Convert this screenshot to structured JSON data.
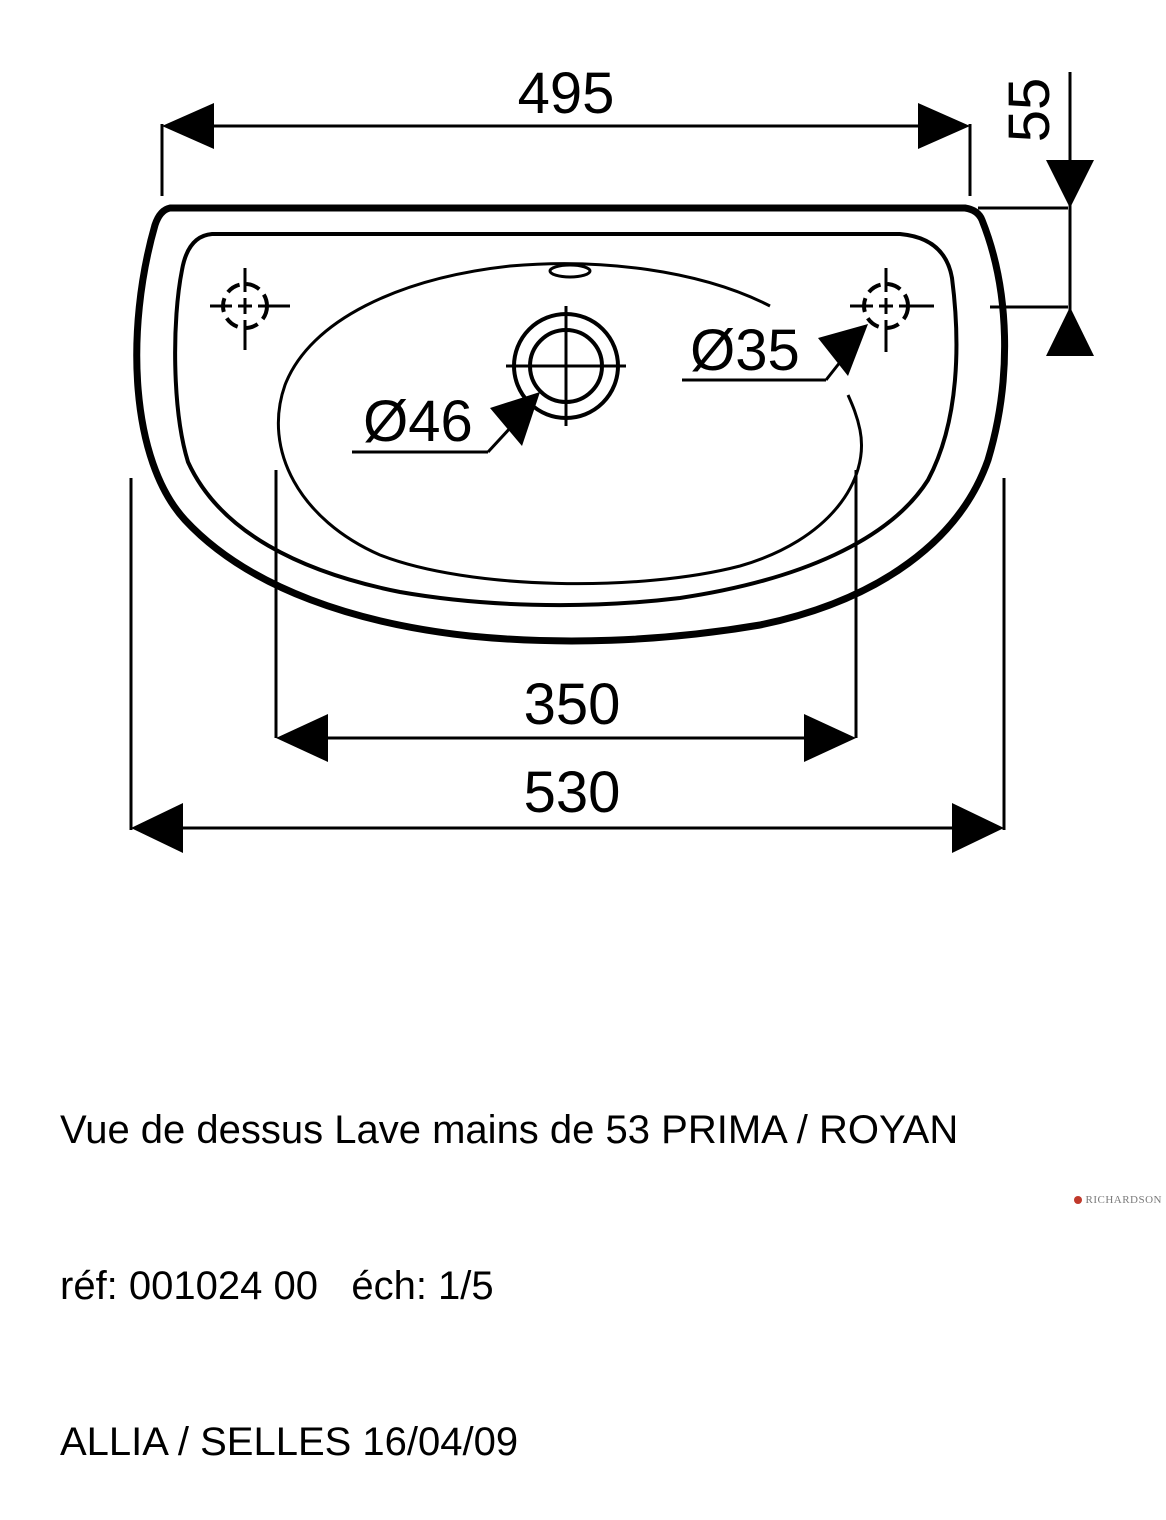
{
  "dimensions": {
    "width_top": "495",
    "depth_back": "55",
    "tap_hole": "Ø35",
    "drain_hole": "Ø46",
    "inner_width": "350",
    "overall_width": "530"
  },
  "caption": {
    "line1": "Vue de dessus Lave mains de 53 PRIMA / ROYAN",
    "line2": "réf: 001024 00   éch: 1/5",
    "line3": "ALLIA / SELLES 16/04/09"
  },
  "watermark": {
    "text": "RICHARDSON",
    "color": "#c0392b"
  }
}
